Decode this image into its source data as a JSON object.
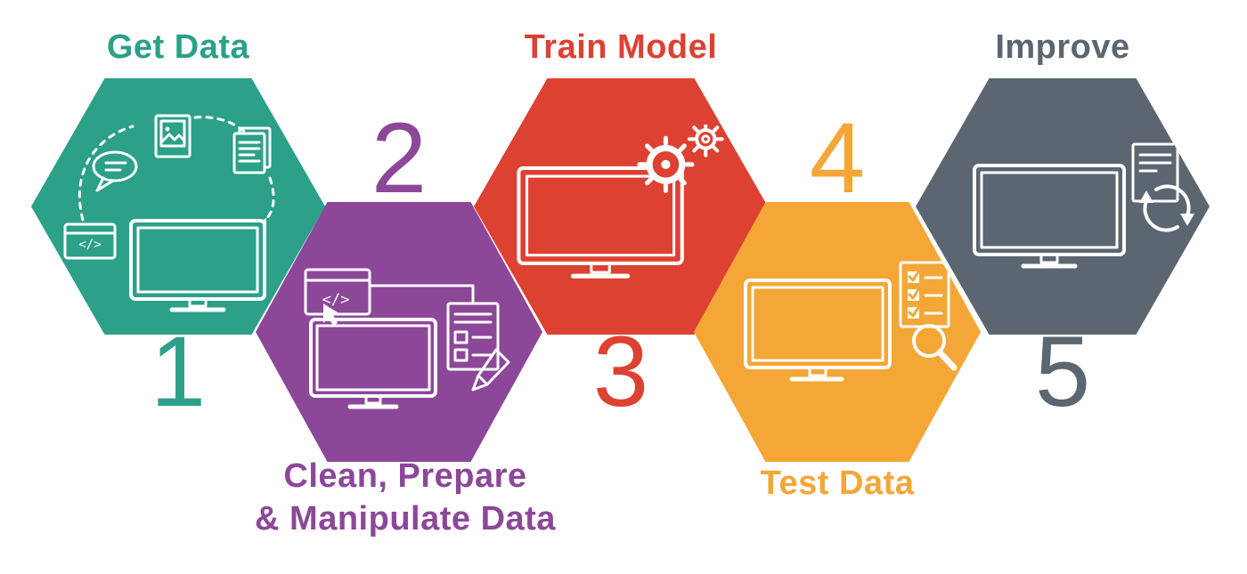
{
  "background_color": "#FFFFFF",
  "steps": [
    {
      "number": "1",
      "label": "Get Data",
      "color": "#2CA089",
      "icon": "get-data-collection-icon",
      "code_symbol": "</>"
    },
    {
      "number": "2",
      "label_lines": [
        "Clean, Prepare",
        "& Manipulate Data"
      ],
      "color": "#8C4799",
      "icon": "clean-prepare-manipulate-icon",
      "code_symbol": "</>"
    },
    {
      "number": "3",
      "label": "Train Model",
      "color": "#DD4132",
      "icon": "train-model-gears-icon"
    },
    {
      "number": "4",
      "label": "Test Data",
      "color": "#F4A636",
      "icon": "test-data-checklist-icon"
    },
    {
      "number": "5",
      "label": "Improve",
      "color": "#5C6670",
      "icon": "improve-refresh-icon"
    }
  ]
}
